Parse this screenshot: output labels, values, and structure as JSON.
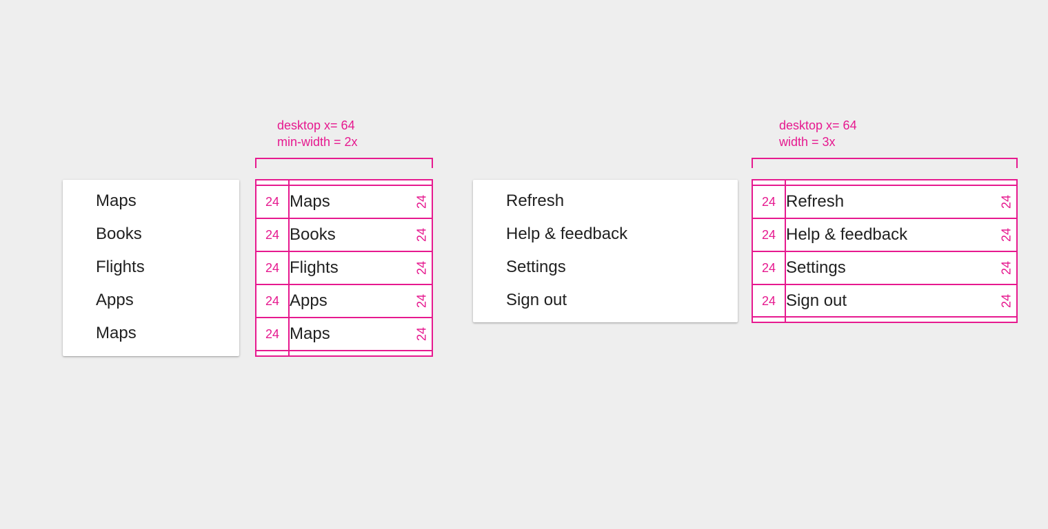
{
  "left": {
    "menu_items": [
      "Maps",
      "Books",
      "Flights",
      "Apps",
      "Maps"
    ],
    "spec_annotation": [
      "desktop x= 64",
      "min-width = 2x"
    ],
    "spec_rows": [
      {
        "left_padding": "24",
        "label": "Maps",
        "right_padding": "24"
      },
      {
        "left_padding": "24",
        "label": "Books",
        "right_padding": "24"
      },
      {
        "left_padding": "24",
        "label": "Flights",
        "right_padding": "24"
      },
      {
        "left_padding": "24",
        "label": "Apps",
        "right_padding": "24"
      },
      {
        "left_padding": "24",
        "label": "Maps",
        "right_padding": "24"
      }
    ]
  },
  "right": {
    "menu_items": [
      "Refresh",
      "Help & feedback",
      "Settings",
      "Sign out"
    ],
    "spec_annotation": [
      "desktop x= 64",
      "width = 3x"
    ],
    "spec_rows": [
      {
        "left_padding": "24",
        "label": "Refresh",
        "right_padding": "24"
      },
      {
        "left_padding": "24",
        "label": "Help & feedback",
        "right_padding": "24"
      },
      {
        "left_padding": "24",
        "label": "Settings",
        "right_padding": "24"
      },
      {
        "left_padding": "24",
        "label": "Sign out",
        "right_padding": "24"
      }
    ]
  },
  "colors": {
    "background": "#eeeeee",
    "surface": "#ffffff",
    "text": "#212121",
    "spec_accent": "#e6198f"
  }
}
